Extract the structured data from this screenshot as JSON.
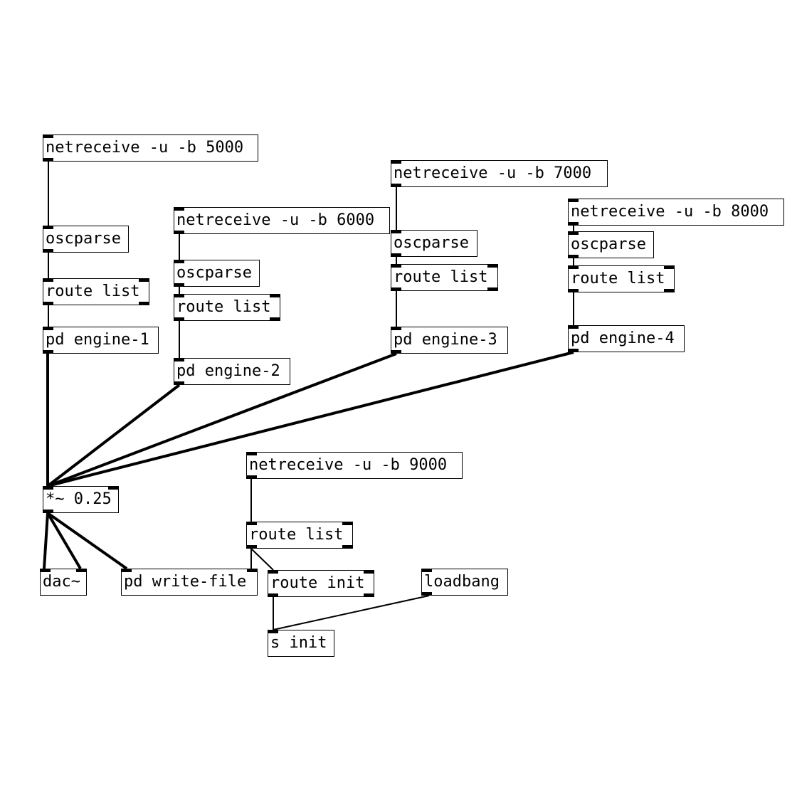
{
  "colors": {
    "background": "#ffffff",
    "stroke": "#000000"
  },
  "objects": {
    "nr5000": "netreceive -u -b 5000",
    "osc1": "oscparse",
    "route1": "route list",
    "eng1": "pd engine-1",
    "nr6000": "netreceive -u -b 6000",
    "osc2": "oscparse",
    "route2": "route list",
    "eng2": "pd engine-2",
    "nr7000": "netreceive -u -b 7000",
    "osc3": "oscparse",
    "route3": "route list",
    "eng3": "pd engine-3",
    "nr8000": "netreceive -u -b 8000",
    "osc4": "oscparse",
    "route4": "route list",
    "eng4": "pd engine-4",
    "mul": "*~ 0.25",
    "dac": "dac~",
    "write": "pd write-file",
    "nr9000": "netreceive -u -b 9000",
    "route5": "route list",
    "routeinit": "route init",
    "loadbang": "loadbang",
    "sinit": "s init"
  }
}
